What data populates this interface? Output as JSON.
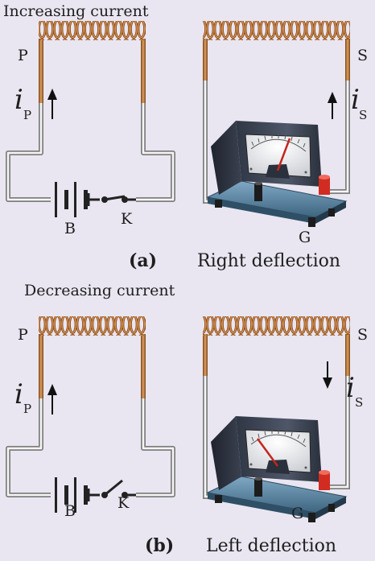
{
  "panel_a": {
    "caption": "Increasing current",
    "primary_label": "P",
    "secondary_label": "S",
    "ip_symbol": "i",
    "ip_subscript": "P",
    "is_symbol": "i",
    "is_subscript": "S",
    "battery_label": "B",
    "key_label": "K",
    "meter_label": "G",
    "figure_tag": "(a)",
    "result": "Right deflection",
    "key_state": "closed",
    "needle": "right",
    "secondary_current_direction": "up"
  },
  "panel_b": {
    "caption": "Decreasing current",
    "primary_label": "P",
    "secondary_label": "S",
    "ip_symbol": "i",
    "ip_subscript": "P",
    "is_symbol": "i",
    "is_subscript": "S",
    "battery_label": "B",
    "key_label": "K",
    "meter_label": "G",
    "figure_tag": "(b)",
    "result": "Left deflection",
    "key_state": "open",
    "needle": "left",
    "secondary_current_direction": "down"
  },
  "colors": {
    "background": "#e9e6f1",
    "coil": "#b8702d",
    "wire": "#8d8d8d",
    "meter_body": "#3f4756",
    "meter_base": "#5b86a4",
    "terminal_red": "#d22c22",
    "needle_red": "#c4261c"
  }
}
